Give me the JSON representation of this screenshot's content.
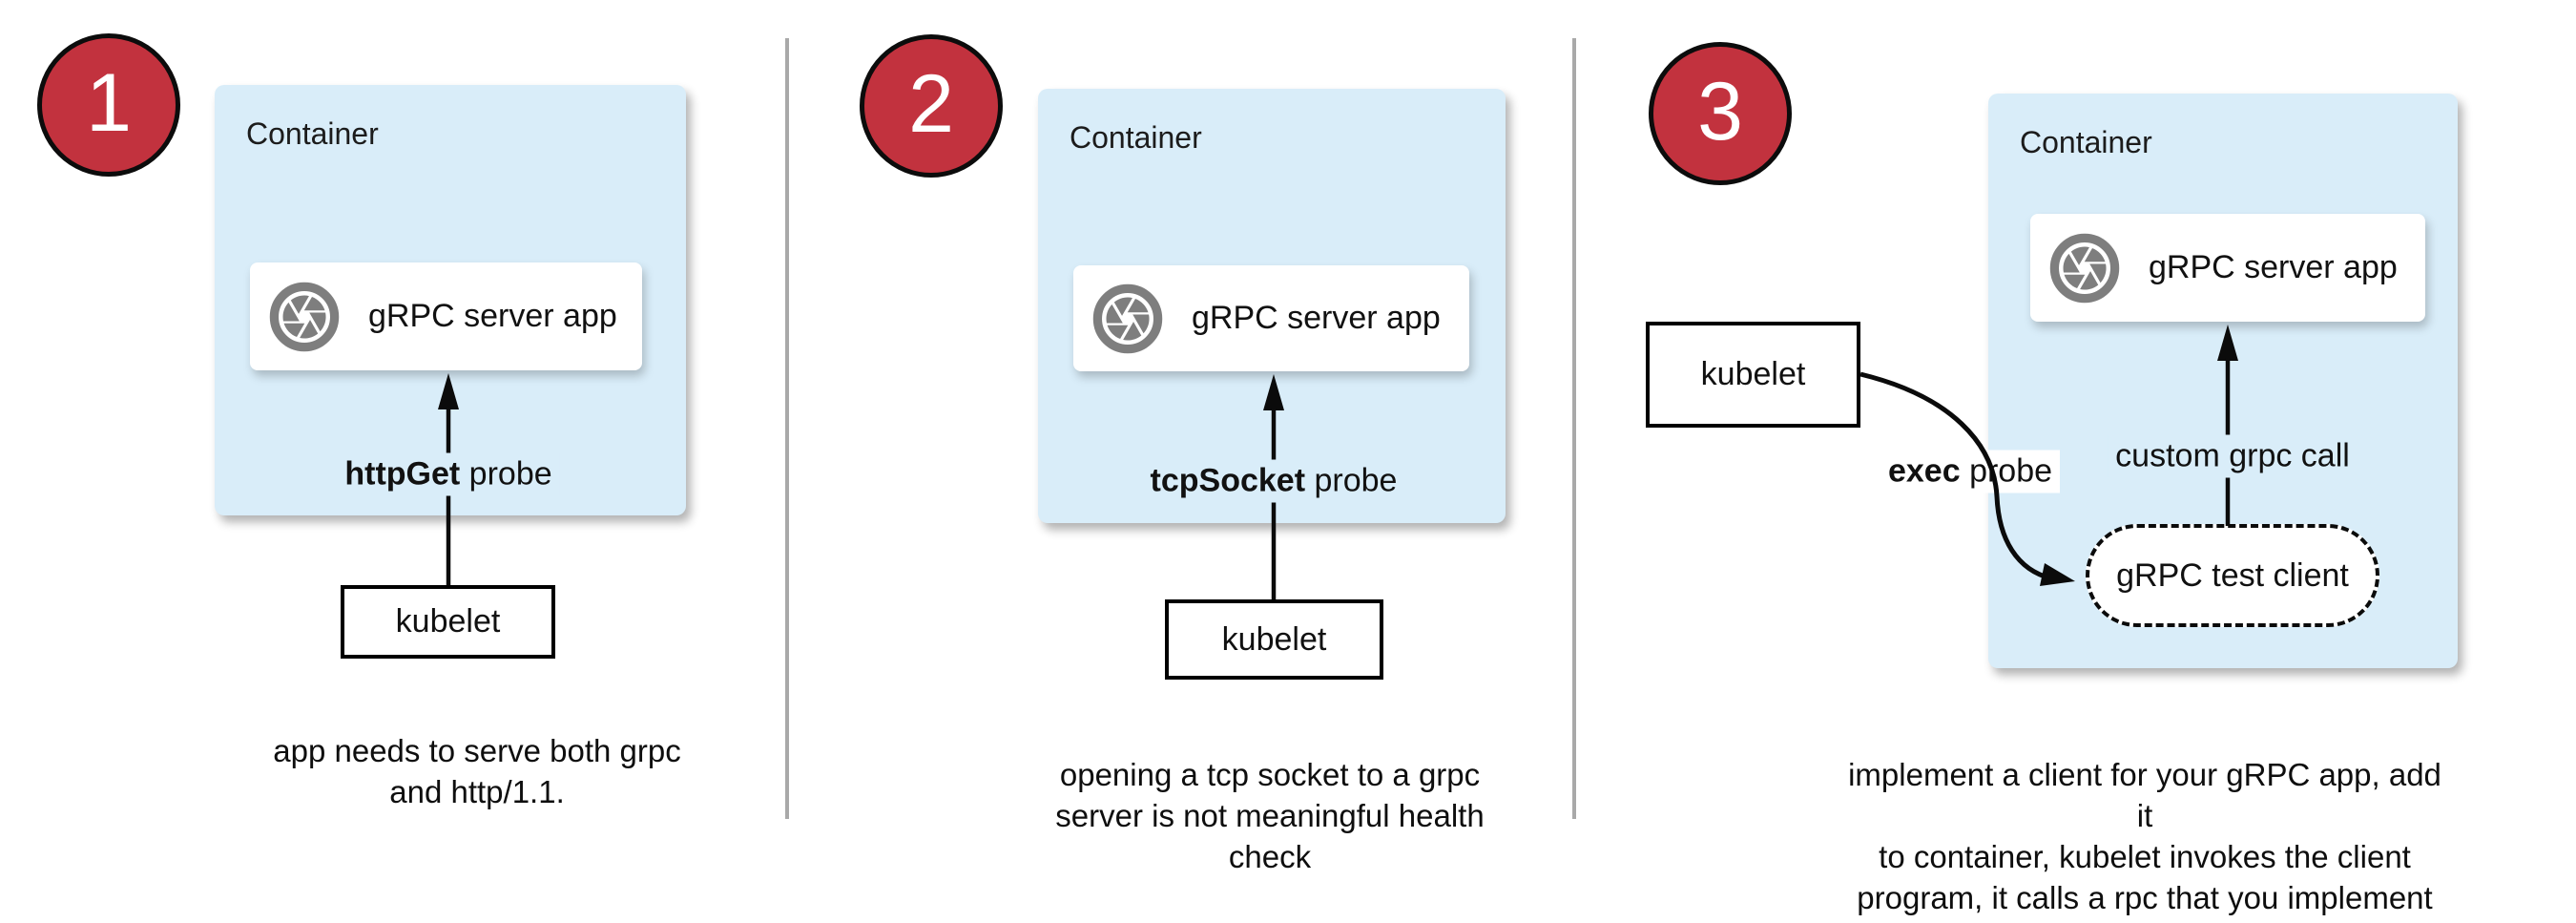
{
  "diagram": {
    "title_semantic": "three ways to health-check a gRPC server app in Kubernetes",
    "colors": {
      "container_blue": "#d9edf9",
      "badge_red": "#c2323e",
      "icon_gray": "#7e7e7e",
      "divider_gray": "#a9a9a9",
      "line_black": "#0b0b0b"
    },
    "icons": {
      "app_icon": "aperture-icon"
    }
  },
  "panels": [
    {
      "number": "1",
      "container_label": "Container",
      "app_label": "gRPC server app",
      "probe_bold": "httpGet",
      "probe_rest": " probe",
      "kubelet_label": "kubelet",
      "caption_lines": [
        "app needs to serve both grpc",
        "and http/1.1."
      ]
    },
    {
      "number": "2",
      "container_label": "Container",
      "app_label": "gRPC server app",
      "probe_bold": "tcpSocket",
      "probe_rest": " probe",
      "kubelet_label": "kubelet",
      "caption_lines": [
        "opening a tcp socket to a grpc",
        "server is not meaningful health",
        "check"
      ]
    },
    {
      "number": "3",
      "container_label": "Container",
      "app_label": "gRPC server app",
      "probe_bold": "exec",
      "probe_rest": " probe",
      "kubelet_label": "kubelet",
      "grpc_call_label": "custom grpc call",
      "test_client_label": "gRPC test client",
      "caption_lines": [
        "implement a client for your gRPC app, add it",
        "to container, kubelet invokes the client",
        "program, it calls a rpc that you implement"
      ]
    }
  ]
}
